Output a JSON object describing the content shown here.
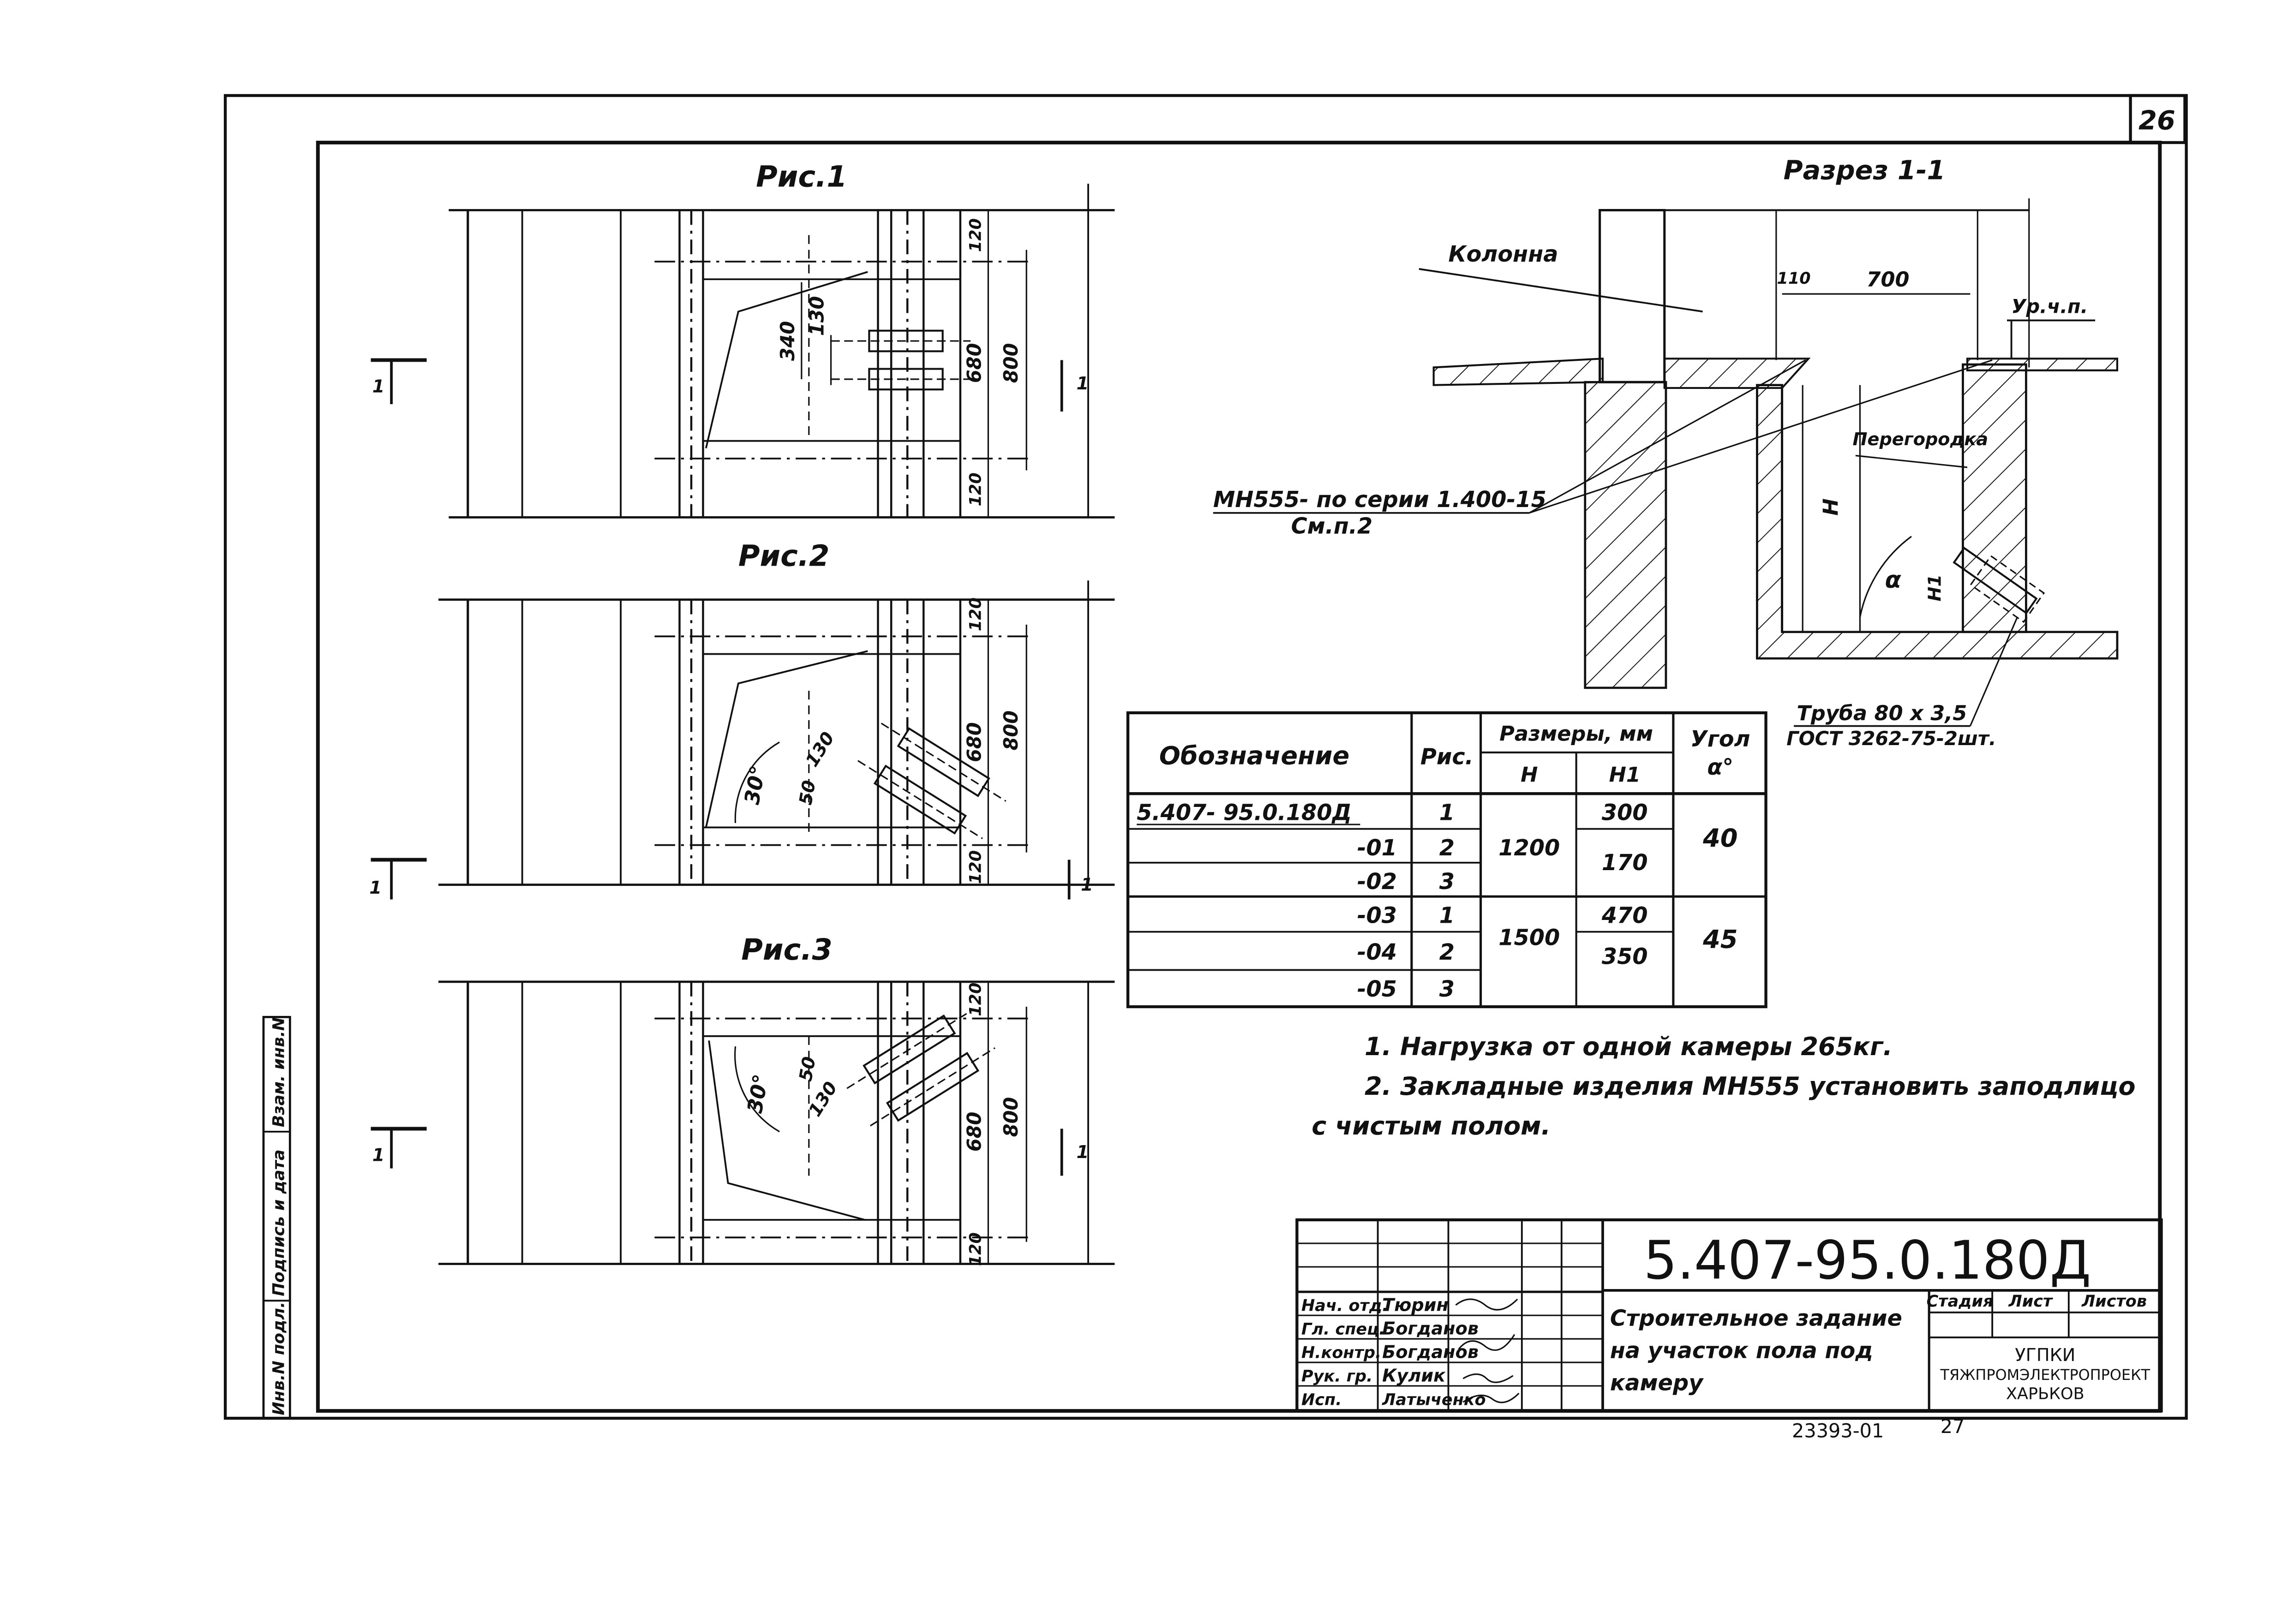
{
  "sheet_number": "26",
  "figures": {
    "fig1": {
      "title": "Рис.1",
      "dims": {
        "d340": "340",
        "d130": "130",
        "d120a": "120",
        "d680": "680",
        "d800": "800",
        "d120b": "120"
      },
      "section_mark": "1"
    },
    "fig2": {
      "title": "Рис.2",
      "dims": {
        "angle": "30°",
        "d130": "130",
        "d50": "50",
        "d120a": "120",
        "d680": "680",
        "d800": "800",
        "d120b": "120"
      },
      "section_mark": "1"
    },
    "fig3": {
      "title": "Рис.3",
      "dims": {
        "angle": "30°",
        "d50": "50",
        "d130": "130",
        "d120a": "120",
        "d680": "680",
        "d800": "800",
        "d120b": "120"
      },
      "section_mark": "1"
    }
  },
  "section": {
    "title": "Разрез 1-1",
    "column_label": "Колонна",
    "dim_110": "110",
    "dim_700": "700",
    "floor_level": "Ур.ч.п.",
    "partition_label": "Перегородка",
    "dim_H": "H",
    "dim_H1": "H1",
    "angle_label": "α",
    "embed_label_1": "МН555- по серии 1.400-15",
    "embed_label_2": "См.п.2",
    "pipe_label_1": "Труба 80 x 3,5",
    "pipe_label_2": "ГОСТ 3262-75-2шт."
  },
  "table": {
    "headers": {
      "designation": "Обозначение",
      "fig": "Рис.",
      "sizes": "Размеры, мм",
      "h": "H",
      "h1": "H1",
      "angle": "Угол",
      "angle_symbol": "α°"
    },
    "rows": [
      {
        "designation": "5.407- 95.0.180Д",
        "fig": "1",
        "h1": "300"
      },
      {
        "designation": "-01",
        "fig": "2",
        "h1": "170"
      },
      {
        "designation": "-02",
        "fig": "3"
      },
      {
        "designation": "-03",
        "fig": "1",
        "h1": "470"
      },
      {
        "designation": "-04",
        "fig": "2",
        "h1": "350"
      },
      {
        "designation": "-05",
        "fig": "3"
      }
    ],
    "merged": {
      "h_group1": "1200",
      "h_group2": "1500",
      "angle_group1": "40",
      "angle_group2": "45"
    }
  },
  "notes": {
    "n1": "1. Нагрузка от одной камеры 265кг.",
    "n2": "2. Закладные изделия МН555 установить заподлицо",
    "n2b": "с чистым полом."
  },
  "side_stamp": {
    "c1": "Инв.N подл.",
    "c2": "Подпись и дата",
    "c3": "Взам. инв.N"
  },
  "title_block": {
    "doc_code": "5.407-95.0.180Д",
    "title_l1": "Строительное задание",
    "title_l2": "на участок пола под",
    "title_l3": "камеру",
    "stage_hdr": "Стадия",
    "sheet_hdr": "Лист",
    "sheets_hdr": "Листов",
    "org_l1": "УГПКИ",
    "org_l2": "ТЯЖПРОМЭЛЕКТРОПРОЕКТ",
    "org_l3": "ХАРЬКОВ",
    "roles": [
      "Нач. отд.",
      "Гл. спец.",
      "Н.контр.",
      "Рук. гр.",
      "Исп."
    ],
    "names": [
      "Тюрин",
      "Богданов",
      "Богданов",
      "Кулик",
      "Латыченко"
    ]
  },
  "footer": {
    "inventory": "23393-01",
    "page": "27"
  }
}
